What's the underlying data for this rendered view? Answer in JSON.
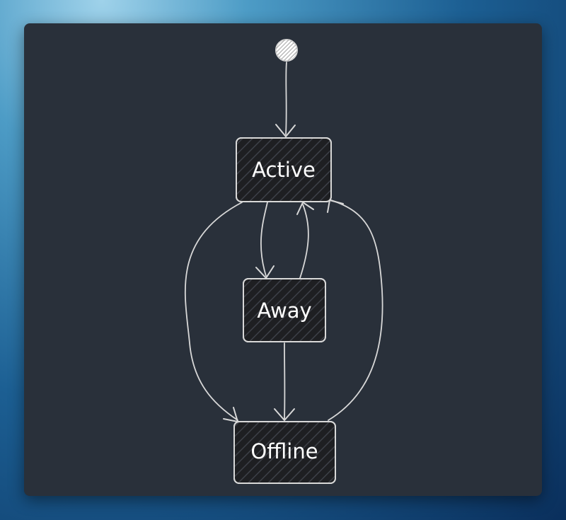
{
  "diagram": {
    "type": "state-diagram",
    "initial_state": "Active",
    "states": [
      {
        "id": "active",
        "label": "Active"
      },
      {
        "id": "away",
        "label": "Away"
      },
      {
        "id": "offline",
        "label": "Offline"
      }
    ],
    "transitions": [
      {
        "from": "start",
        "to": "Active"
      },
      {
        "from": "Active",
        "to": "Away"
      },
      {
        "from": "Away",
        "to": "Active"
      },
      {
        "from": "Away",
        "to": "Offline"
      },
      {
        "from": "Active",
        "to": "Offline"
      },
      {
        "from": "Offline",
        "to": "Active"
      }
    ],
    "colors": {
      "canvas_background": "#29303a",
      "node_fill": "#1e1f22",
      "stroke": "#d8d8d8",
      "text": "#ffffff"
    }
  }
}
